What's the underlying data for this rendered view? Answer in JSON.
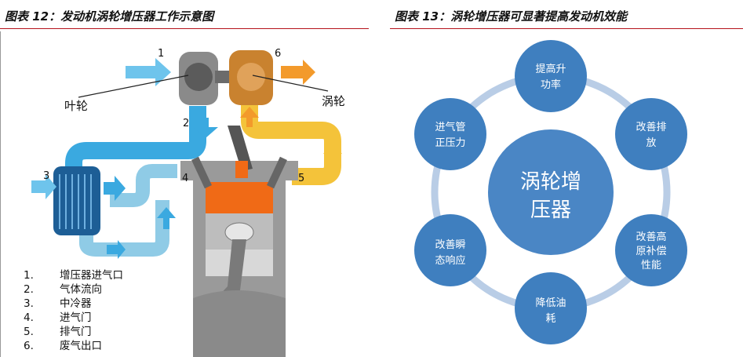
{
  "left": {
    "caption": "图表 12：发动机涡轮增压器工作示意图",
    "labels": {
      "n1": "1",
      "n2": "2",
      "n3": "3",
      "n4": "4",
      "n5": "5",
      "n6": "6",
      "impeller": "叶轮",
      "turbine": "涡轮"
    },
    "legend": [
      {
        "num": "1.",
        "text": "增压器进气口"
      },
      {
        "num": "2.",
        "text": "气体流向"
      },
      {
        "num": "3.",
        "text": "中冷器"
      },
      {
        "num": "4.",
        "text": "进气门"
      },
      {
        "num": "5.",
        "text": "排气门"
      },
      {
        "num": "6.",
        "text": "废气出口"
      }
    ],
    "colors": {
      "intake": "#3aa9e0",
      "cool": "#8fcbe6",
      "exhaust": "#f4c33a",
      "combustion": "#f06a16",
      "metal": "#8a8a8a"
    }
  },
  "right": {
    "caption": "图表 13：涡轮增压器可显著提高发动机效能",
    "center": {
      "line1": "涡轮增",
      "line2": "压器"
    },
    "nodes": [
      {
        "line1": "提高升",
        "line2": "功率"
      },
      {
        "line1": "改善排",
        "line2": "放"
      },
      {
        "line1": "改善高",
        "line2": "原补偿",
        "line3": "性能"
      },
      {
        "line1": "降低油",
        "line2": "耗"
      },
      {
        "line1": "改善瞬",
        "line2": "态响应"
      },
      {
        "line1": "进气管",
        "line2": "正压力"
      }
    ],
    "colors": {
      "node": "#3f7fbf",
      "center": "#4a86c5",
      "ring": "#b9cde6",
      "text": "#ffffff"
    }
  }
}
